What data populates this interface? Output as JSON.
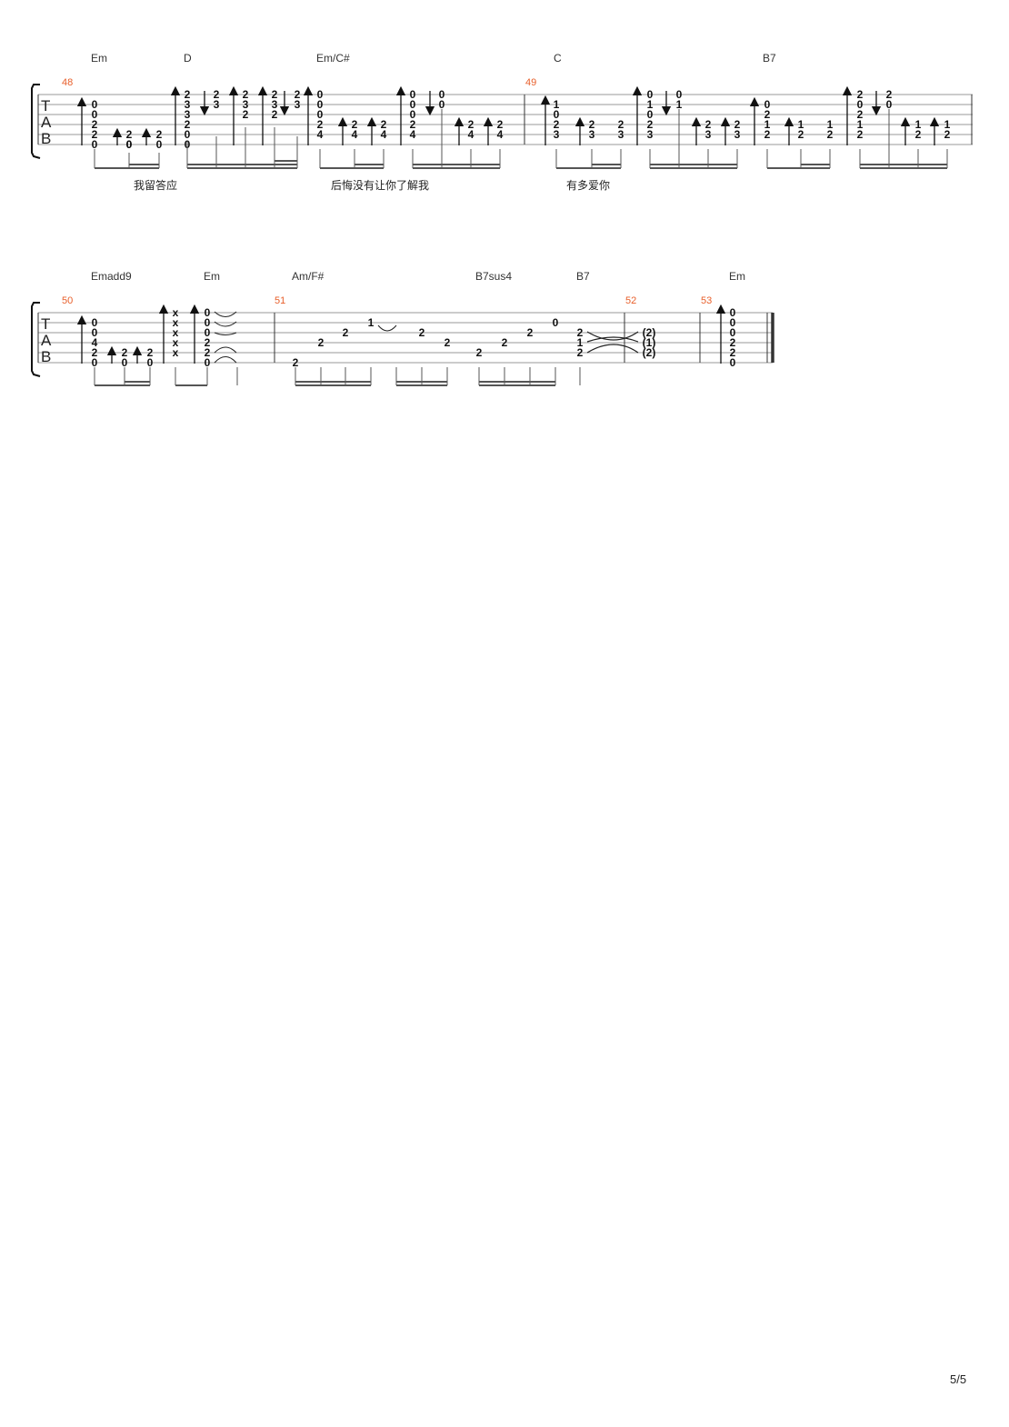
{
  "document": {
    "page_number": "5/5",
    "tab_label": [
      "T",
      "A",
      "B"
    ]
  },
  "systems": [
    {
      "chords": [
        "Em",
        "D",
        "Em/C#",
        "C",
        "B7"
      ],
      "measure_numbers": [
        "48",
        "49"
      ],
      "lyrics": [
        "我留答应",
        "后悔没有让你了解我",
        "有多爱你"
      ],
      "columns": [
        [
          "",
          "0",
          "0",
          "2",
          "2",
          "0"
        ],
        [
          "",
          "",
          "",
          "",
          "",
          "0"
        ],
        [
          "",
          "",
          "",
          "",
          "2",
          "0"
        ],
        [
          "",
          "",
          "",
          "",
          "2",
          "0"
        ],
        [
          "2",
          "3",
          "3",
          "2",
          "0",
          "0"
        ],
        [
          "2",
          "3"
        ],
        [
          "2",
          "3",
          "2"
        ],
        [
          "2",
          "3",
          "2"
        ],
        [
          "2",
          "3"
        ],
        [
          "0",
          "0",
          "0",
          "2",
          "4"
        ],
        [
          "",
          "",
          "",
          "2",
          "4"
        ],
        [
          "",
          "",
          "",
          "2",
          "4"
        ],
        [
          "0",
          "0",
          "0",
          "2",
          "4"
        ],
        [
          "0",
          "0"
        ],
        [
          "",
          "",
          "",
          "2",
          "4"
        ],
        [
          "",
          "",
          "",
          "2",
          "4"
        ],
        [
          "",
          "1",
          "0",
          "2",
          "3"
        ],
        [
          "",
          "",
          "",
          "2",
          "3"
        ],
        [
          "",
          "",
          "",
          "2",
          "3"
        ],
        [
          "0",
          "1",
          "0",
          "2",
          "3"
        ],
        [
          "0",
          "1"
        ],
        [
          "",
          "",
          "",
          "2",
          "3"
        ],
        [
          "",
          "",
          "",
          "2",
          "3"
        ],
        [
          "",
          "0",
          "2",
          "1",
          "2"
        ],
        [
          "",
          "",
          "",
          "1",
          "2"
        ],
        [
          "",
          "",
          "",
          "1",
          "2"
        ],
        [
          "2",
          "0",
          "2",
          "1",
          "2"
        ],
        [
          "2",
          "0"
        ],
        [
          "",
          "",
          "",
          "1",
          "2"
        ],
        [
          "",
          "",
          "",
          "1",
          "2"
        ]
      ]
    },
    {
      "chords": [
        "Emadd9",
        "Em",
        "Am/F#",
        "B7sus4",
        "B7",
        "Em"
      ],
      "measure_numbers": [
        "50",
        "51",
        "52",
        "53"
      ],
      "columns": [
        [
          "",
          "0",
          "0",
          "4",
          "2",
          "0"
        ],
        [
          "",
          "",
          "",
          "",
          "2",
          "0"
        ],
        [
          "",
          "",
          "",
          "",
          "2",
          "0"
        ],
        [
          "x",
          "x",
          "x",
          "x",
          "x"
        ],
        [
          "0",
          "0",
          "0",
          "2",
          "2",
          "0"
        ],
        [
          "2"
        ],
        [
          "2"
        ],
        [
          "2"
        ],
        [
          "1"
        ],
        [
          "2"
        ],
        [
          "2"
        ],
        [
          "2"
        ],
        [
          "2"
        ],
        [
          "2"
        ],
        [
          "0"
        ],
        [
          "2",
          "1",
          "2"
        ],
        [
          "(2)",
          "(1)",
          "(2)"
        ],
        [
          "0",
          "0",
          "0",
          "2",
          "2",
          "0"
        ]
      ]
    }
  ]
}
